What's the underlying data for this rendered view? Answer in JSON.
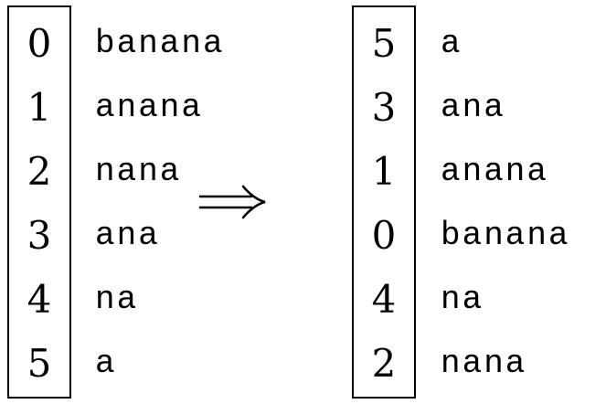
{
  "left_table": {
    "rows": [
      {
        "index": "0",
        "suffix": "banana"
      },
      {
        "index": "1",
        "suffix": "anana"
      },
      {
        "index": "2",
        "suffix": "nana"
      },
      {
        "index": "3",
        "suffix": "ana"
      },
      {
        "index": "4",
        "suffix": "na"
      },
      {
        "index": "5",
        "suffix": "a"
      }
    ]
  },
  "arrow": {
    "icon": "implies-arrow-icon"
  },
  "right_table": {
    "rows": [
      {
        "index": "5",
        "suffix": "a"
      },
      {
        "index": "3",
        "suffix": "ana"
      },
      {
        "index": "1",
        "suffix": "anana"
      },
      {
        "index": "0",
        "suffix": "banana"
      },
      {
        "index": "4",
        "suffix": "na"
      },
      {
        "index": "2",
        "suffix": "nana"
      }
    ]
  }
}
